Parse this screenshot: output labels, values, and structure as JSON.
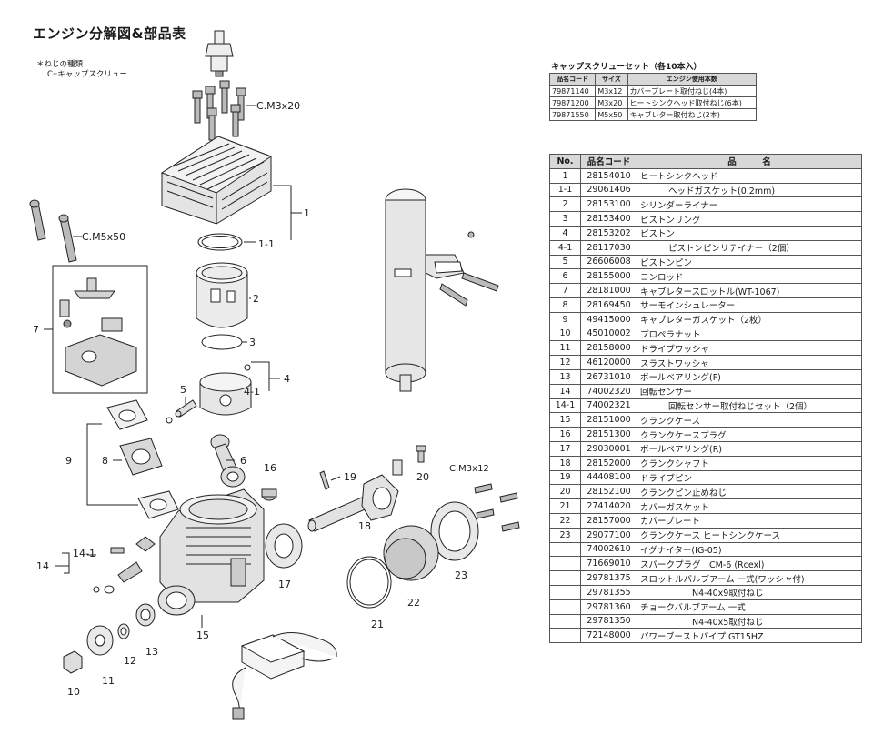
{
  "title": "エンジン分解図&部品表",
  "screw_note": {
    "line1": "＊ねじの種類",
    "line2": "C··キャップスクリュー"
  },
  "callouts": {
    "c1": "1",
    "c1_1": "1-1",
    "c2": "2",
    "c3": "3",
    "c4": "4",
    "c4_1": "4-1",
    "c5": "5",
    "c6": "6",
    "c7": "7",
    "c8": "8",
    "c9": "9",
    "c10": "10",
    "c11": "11",
    "c12": "12",
    "c13": "13",
    "c14": "14",
    "c14_1": "14-1",
    "c15": "15",
    "c16": "16",
    "c17": "17",
    "c18": "18",
    "c19": "19",
    "c20": "20",
    "c21": "21",
    "c22": "22",
    "c23": "23",
    "cm3x20": "C.M3x20",
    "cm5x50": "C.M5x50",
    "cm3x12": "C.M3x12"
  },
  "cap_screw_set": {
    "title": "キャップスクリューセット（各10本入）",
    "headers": [
      "品名コード",
      "サイズ",
      "エンジン使用本数"
    ],
    "rows": [
      [
        "79871140",
        "M3x12",
        "カバープレート取付ねじ(4本)"
      ],
      [
        "79871200",
        "M3x20",
        "ヒートシンクヘッド取付ねじ(6本)"
      ],
      [
        "79871550",
        "M5x50",
        "キャブレター取付ねじ(2本)"
      ]
    ]
  },
  "parts_table": {
    "headers": [
      "No.",
      "品名コード",
      "品　　　名"
    ],
    "rows": [
      {
        "no": "1",
        "code": "28154010",
        "name": "ヒートシンクヘッド",
        "indent": 0
      },
      {
        "no": "1-1",
        "code": "29061406",
        "name": "ヘッドガスケット(0.2mm)",
        "indent": 1
      },
      {
        "no": "2",
        "code": "28153100",
        "name": "シリンダーライナー",
        "indent": 0
      },
      {
        "no": "3",
        "code": "28153400",
        "name": "ピストンリング",
        "indent": 0
      },
      {
        "no": "4",
        "code": "28153202",
        "name": "ピストン",
        "indent": 0
      },
      {
        "no": "4-1",
        "code": "28117030",
        "name": "ピストンピンリテイナー（2個）",
        "indent": 1
      },
      {
        "no": "5",
        "code": "26606008",
        "name": "ピストンピン",
        "indent": 0
      },
      {
        "no": "6",
        "code": "28155000",
        "name": "コンロッド",
        "indent": 0
      },
      {
        "no": "7",
        "code": "28181000",
        "name": "キャブレタースロットル(WT-1067)",
        "indent": 0
      },
      {
        "no": "8",
        "code": "28169450",
        "name": "サーモインシュレーター",
        "indent": 0
      },
      {
        "no": "9",
        "code": "49415000",
        "name": "キャブレターガスケット（2枚）",
        "indent": 0
      },
      {
        "no": "10",
        "code": "45010002",
        "name": "プロペラナット",
        "indent": 0
      },
      {
        "no": "11",
        "code": "28158000",
        "name": "ドライブワッシャ",
        "indent": 0
      },
      {
        "no": "12",
        "code": "46120000",
        "name": "スラストワッシャ",
        "indent": 0
      },
      {
        "no": "13",
        "code": "26731010",
        "name": "ボールベアリング(F)",
        "indent": 0
      },
      {
        "no": "14",
        "code": "74002320",
        "name": "回転センサー",
        "indent": 0
      },
      {
        "no": "14-1",
        "code": "74002321",
        "name": "回転センサー取付ねじセット（2個）",
        "indent": 1
      },
      {
        "no": "15",
        "code": "28151000",
        "name": "クランクケース",
        "indent": 0
      },
      {
        "no": "16",
        "code": "28151300",
        "name": "クランクケースプラグ",
        "indent": 0
      },
      {
        "no": "17",
        "code": "29030001",
        "name": "ボールベアリング(R)",
        "indent": 0
      },
      {
        "no": "18",
        "code": "28152000",
        "name": "クランクシャフト",
        "indent": 0
      },
      {
        "no": "19",
        "code": "44408100",
        "name": "ドライブピン",
        "indent": 0
      },
      {
        "no": "20",
        "code": "28152100",
        "name": "クランクピン止めねじ",
        "indent": 0
      },
      {
        "no": "21",
        "code": "27414020",
        "name": "カバーガスケット",
        "indent": 0
      },
      {
        "no": "22",
        "code": "28157000",
        "name": "カバープレート",
        "indent": 0
      },
      {
        "no": "23",
        "code": "29077100",
        "name": "クランクケース ヒートシンクケース",
        "indent": 0
      },
      {
        "no": "",
        "code": "74002610",
        "name": "イグナイター(IG-05)",
        "indent": 0
      },
      {
        "no": "",
        "code": "71669010",
        "name": "スパークプラグ　CM-6 (Rcexl)",
        "indent": 0
      },
      {
        "no": "",
        "code": "29781375",
        "name": "スロットルバルブアーム 一式(ワッシャ付)",
        "indent": 0
      },
      {
        "no": "",
        "code": "29781355",
        "name": "N4-40x9取付ねじ",
        "indent": 2
      },
      {
        "no": "",
        "code": "29781360",
        "name": "チョークバルブアーム 一式",
        "indent": 0
      },
      {
        "no": "",
        "code": "29781350",
        "name": "N4-40x5取付ねじ",
        "indent": 2
      },
      {
        "no": "",
        "code": "72148000",
        "name": "パワーブーストパイプ GT15HZ",
        "indent": 0
      }
    ]
  }
}
